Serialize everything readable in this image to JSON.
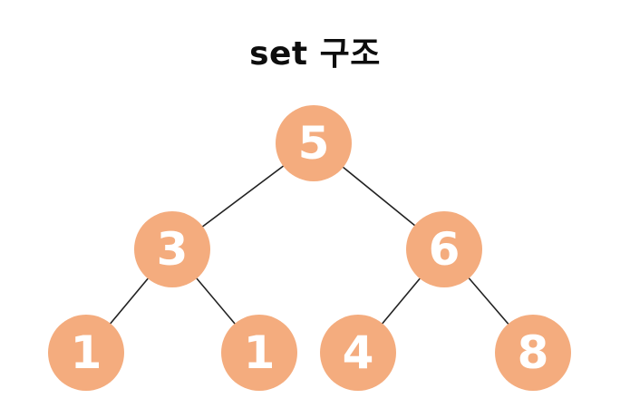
{
  "title": "set 구조",
  "colors": {
    "background": "#ffffff",
    "node_fill": "#F4AC7E",
    "node_text": "#ffffff",
    "edge": "#222222",
    "title_text": "#0d0d0d"
  },
  "tree": {
    "type": "binary-tree",
    "nodes": [
      {
        "id": "root",
        "value": "5",
        "level": 1
      },
      {
        "id": "left",
        "value": "3",
        "level": 2
      },
      {
        "id": "right",
        "value": "6",
        "level": 2
      },
      {
        "id": "left-left",
        "value": "1",
        "level": 3
      },
      {
        "id": "left-right",
        "value": "1",
        "level": 3
      },
      {
        "id": "right-left",
        "value": "4",
        "level": 3
      },
      {
        "id": "right-right",
        "value": "8",
        "level": 3
      }
    ],
    "edges": [
      [
        "root",
        "left"
      ],
      [
        "root",
        "right"
      ],
      [
        "left",
        "left-left"
      ],
      [
        "left",
        "left-right"
      ],
      [
        "right",
        "right-left"
      ],
      [
        "right",
        "right-right"
      ]
    ]
  }
}
